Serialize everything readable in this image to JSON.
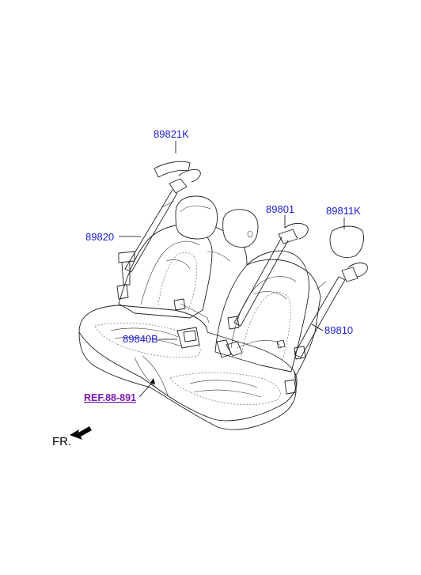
{
  "callouts": {
    "headrest_cover_left": "89821K",
    "belt_left": "89820",
    "belt_center": "89801",
    "headrest_cover_right": "89811K",
    "belt_right": "89810",
    "buckle": "89840B"
  },
  "reference": {
    "label": "REF.88-891",
    "color": "#7a1fb0"
  },
  "direction": {
    "label": "FR."
  },
  "colors": {
    "callout_text": "#1a1ad6",
    "line_art": "#222222"
  }
}
